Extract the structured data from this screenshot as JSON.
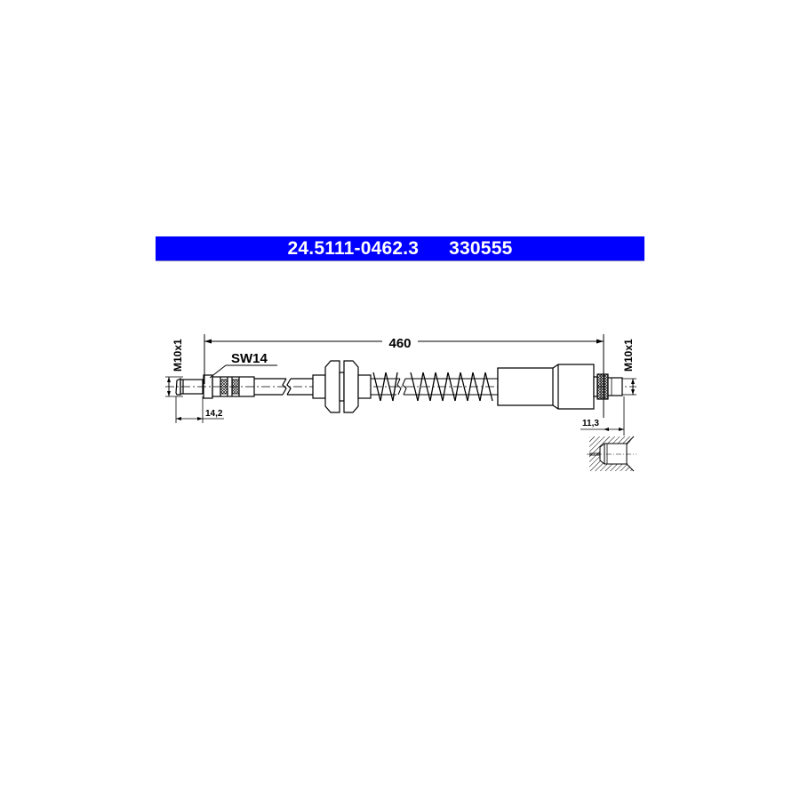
{
  "header": {
    "part_number": "24.5111-0462.3",
    "reference_number": "330555",
    "background_color": "#0000ff",
    "text_color": "#ffffff"
  },
  "drawing": {
    "title": "Brake hose technical drawing",
    "line_color": "#000000",
    "dimensions": {
      "overall_length": "460",
      "left_thread": "M10x1",
      "right_thread": "M10x1",
      "wrench_size": "SW14",
      "left_fitting_length": "14,2",
      "right_fitting_length": "11,3"
    },
    "components": [
      {
        "name": "left-male-fitting",
        "label": "SW14"
      },
      {
        "name": "hose-bracket"
      },
      {
        "name": "protective-spring"
      },
      {
        "name": "right-crimp-sleeve"
      },
      {
        "name": "right-female-fitting"
      },
      {
        "name": "female-port-section-view"
      }
    ]
  }
}
